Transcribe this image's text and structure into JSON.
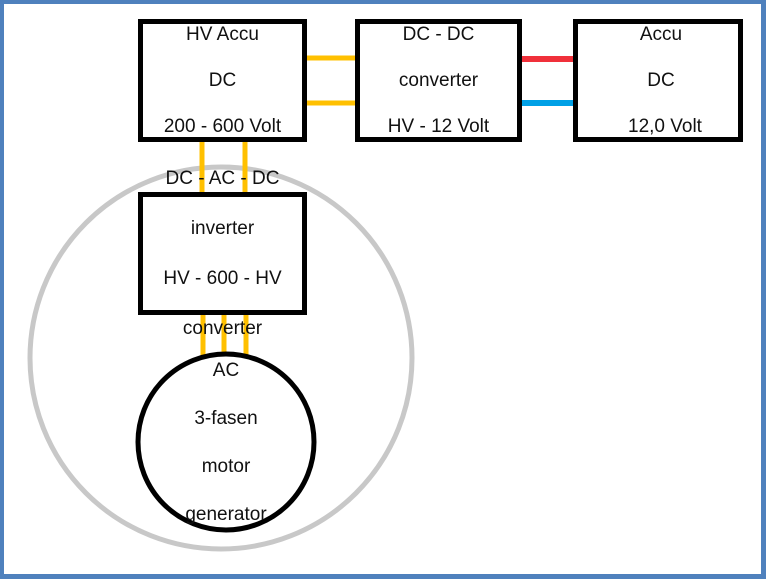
{
  "diagram": {
    "nodes": {
      "hv_accu": {
        "lines": [
          "HV Accu",
          "DC",
          "200 - 600 Volt"
        ]
      },
      "dcdc": {
        "lines": [
          "DC - DC",
          "converter",
          "HV - 12 Volt"
        ]
      },
      "accu12": {
        "lines": [
          "Accu",
          "DC",
          "12,0 Volt"
        ]
      },
      "inverter": {
        "lines": [
          "DC - AC - DC",
          "inverter",
          "HV - 600 - HV",
          "converter"
        ]
      },
      "motor": {
        "lines": [
          "AC",
          "3-fasen",
          "motor",
          "generator"
        ]
      }
    },
    "connections": [
      {
        "from": "hv_accu",
        "to": "dcdc",
        "count": 2,
        "color": "#ffc000"
      },
      {
        "from": "dcdc",
        "to": "accu12",
        "wire": "positive",
        "color": "#f0303a"
      },
      {
        "from": "dcdc",
        "to": "accu12",
        "wire": "negative",
        "color": "#00a0e6"
      },
      {
        "from": "hv_accu",
        "to": "inverter",
        "count": 2,
        "color": "#ffc000"
      },
      {
        "from": "inverter",
        "to": "motor",
        "count": 3,
        "color": "#ffc000"
      }
    ],
    "colors": {
      "frame": "#4f81bd",
      "hv_wire": "#ffc000",
      "positive": "#f0303a",
      "negative": "#00a0e6",
      "drivetrain_group": "#c8c8c8"
    }
  }
}
